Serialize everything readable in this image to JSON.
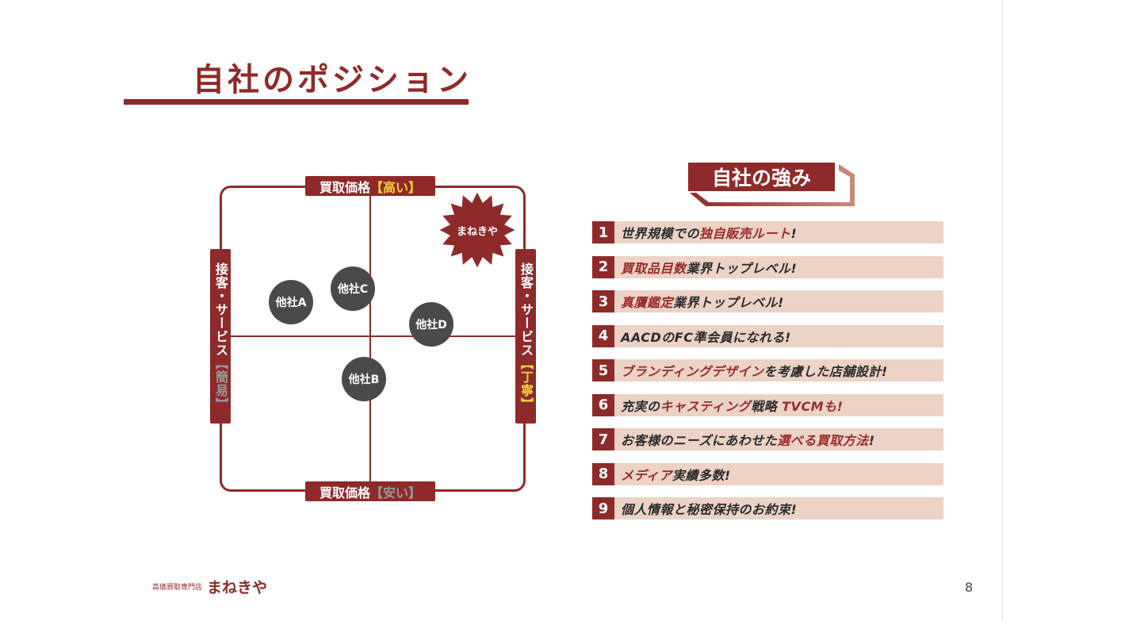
{
  "title": "自社のポジション",
  "matrix": {
    "top": {
      "main": "買取価格",
      "tag": "【高い】"
    },
    "bottom": {
      "main": "買取価格",
      "tag": "【安い】"
    },
    "left": {
      "main": "接客・サービス",
      "tag": "【簡易】"
    },
    "right": {
      "main": "接客・サービス",
      "tag": "【丁寧】"
    },
    "competitors": [
      "他社A",
      "他社B",
      "他社C",
      "他社D"
    ],
    "self": "まねきや"
  },
  "strengths": {
    "heading": "自社の強み",
    "items": [
      {
        "num": "1",
        "segs": [
          {
            "t": "世界規模での",
            "h": false
          },
          {
            "t": "独自販売ルート",
            "h": true
          },
          {
            "t": "!",
            "h": false
          }
        ]
      },
      {
        "num": "2",
        "segs": [
          {
            "t": "買取品目数",
            "h": true
          },
          {
            "t": "業界トップレベル!",
            "h": false
          }
        ]
      },
      {
        "num": "3",
        "segs": [
          {
            "t": "真贋鑑定",
            "h": true
          },
          {
            "t": "業界トップレベル!",
            "h": false
          }
        ]
      },
      {
        "num": "4",
        "segs": [
          {
            "t": "AACDのFC準会員になれる!",
            "h": false
          }
        ]
      },
      {
        "num": "5",
        "segs": [
          {
            "t": "ブランディングデザイン",
            "h": true
          },
          {
            "t": "を考慮した店舗設計!",
            "h": false
          }
        ]
      },
      {
        "num": "6",
        "segs": [
          {
            "t": "充実の",
            "h": false
          },
          {
            "t": "キャスティング",
            "h": true
          },
          {
            "t": "戦略 ",
            "h": false
          },
          {
            "t": "TVCMも!",
            "h": true
          }
        ]
      },
      {
        "num": "7",
        "segs": [
          {
            "t": "お客様のニーズにあわせた",
            "h": false
          },
          {
            "t": "選べる買取方法",
            "h": true
          },
          {
            "t": "!",
            "h": false
          }
        ]
      },
      {
        "num": "8",
        "segs": [
          {
            "t": "メディア",
            "h": true
          },
          {
            "t": "実績多数!",
            "h": false
          }
        ]
      },
      {
        "num": "9",
        "segs": [
          {
            "t": "個人情報と秘密保持のお約束!",
            "h": false
          }
        ]
      }
    ]
  },
  "footer": {
    "sub": "高価買取専門店",
    "logo": "まねきや",
    "page": "8"
  },
  "colors": {
    "brand": "#8e2a2a",
    "row": "#ecd3c6",
    "accent": "#f5d33a"
  }
}
